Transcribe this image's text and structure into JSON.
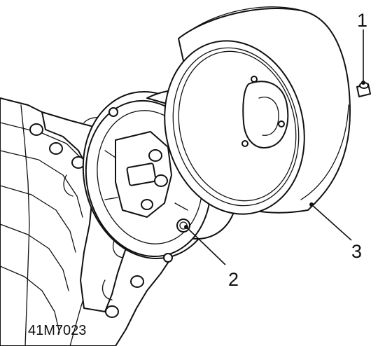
{
  "figure": {
    "reference_code": "41M7023",
    "callouts": [
      {
        "number": "1",
        "part": "brake-drum-retaining-screw"
      },
      {
        "number": "2",
        "part": "brake-backplate-bolt"
      },
      {
        "number": "3",
        "part": "brake-drum"
      }
    ]
  }
}
